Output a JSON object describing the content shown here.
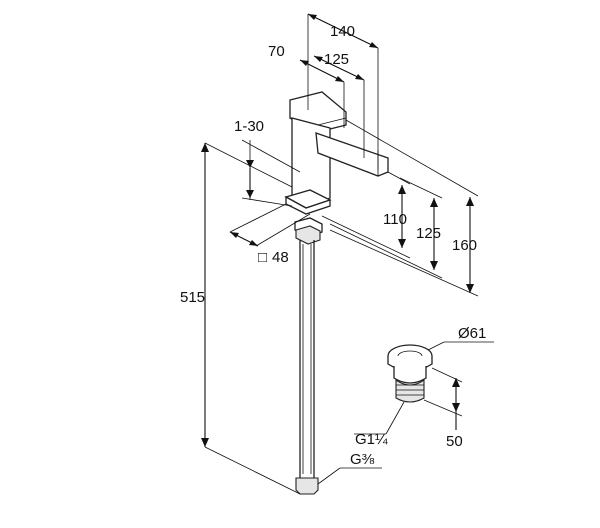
{
  "dimensions": {
    "spout_reach_total": "140",
    "spout_reach_from_axis": "125",
    "body_offset": "70",
    "deck_thickness": "1-30",
    "base_square": "48",
    "spout_height": "110",
    "aerator_height": "125",
    "total_height": "160",
    "overall_length": "515",
    "waste_diameter": "Ø61",
    "waste_thread": "G1¼",
    "waste_height": "50",
    "connection_thread": "G⅜"
  },
  "symbols": {
    "square_symbol": "□"
  }
}
